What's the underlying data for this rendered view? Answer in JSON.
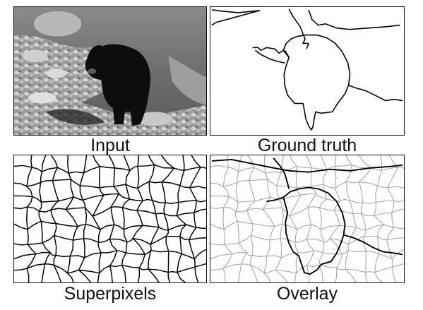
{
  "figure": {
    "panels": [
      {
        "id": "input",
        "caption": "Input",
        "content": "grayscale photo: black bear standing on rocky riverbank"
      },
      {
        "id": "ground_truth",
        "caption": "Ground truth",
        "content": "hand-drawn segmentation boundary map"
      },
      {
        "id": "superpixels",
        "caption": "Superpixels",
        "content": "superpixel boundary map"
      },
      {
        "id": "overlay",
        "caption": "Overlay",
        "content": "ground truth boundaries (dark) over superpixel boundaries (light)"
      }
    ],
    "colors": {
      "boundary": "#000000",
      "light_boundary": "#a8a8a8",
      "background": "#ffffff"
    }
  }
}
